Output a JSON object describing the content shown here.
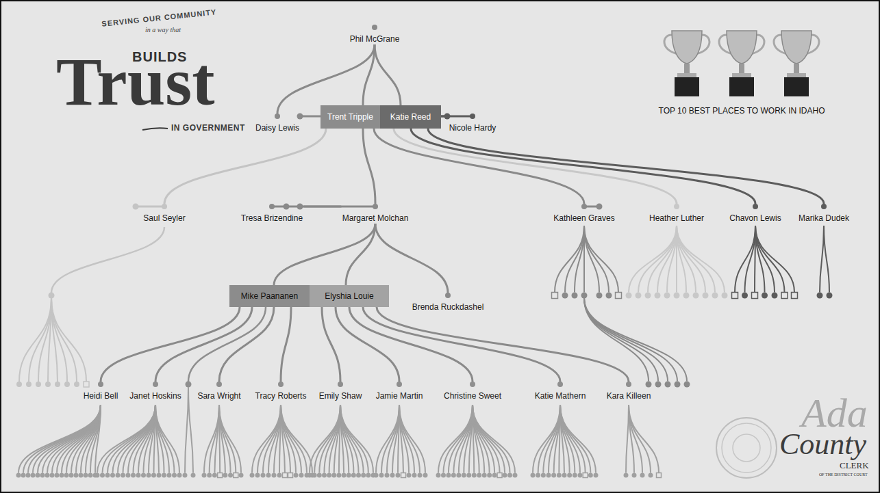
{
  "diagram": {
    "nodes": [
      {
        "text": [
          "Phil McGrane"
        ]
      },
      {
        "text": [
          "Daisy Lewis"
        ]
      },
      {
        "text": [
          "Trent Tripple"
        ]
      },
      {
        "text": [
          "Katie Reed"
        ]
      },
      {
        "text": [
          "Nicole Hardy"
        ]
      },
      {
        "text": [
          "Saul Seyler"
        ]
      },
      {
        "text": [
          "Tresa Brizendine"
        ]
      },
      {
        "text": [
          "Margaret Molchan"
        ]
      },
      {
        "text": [
          "Kathleen Graves"
        ]
      },
      {
        "text": [
          "Heather Luther"
        ]
      },
      {
        "text": [
          "Chavon Lewis"
        ]
      },
      {
        "text": [
          "Marika Dudek"
        ]
      },
      {
        "text": [
          "Mike Paananen"
        ]
      },
      {
        "text": [
          "Elyshia Louie"
        ]
      },
      {
        "text": [
          "Brenda Ruckdashel"
        ]
      },
      {
        "text": [
          "Heidi Bell"
        ]
      },
      {
        "text": [
          "Janet Hoskins"
        ]
      },
      {
        "text": [
          "Sara Wright"
        ]
      },
      {
        "text": [
          "Tracy Roberts"
        ]
      },
      {
        "text": [
          "Emily Shaw"
        ]
      },
      {
        "text": [
          "Jamie Martin"
        ]
      },
      {
        "text": [
          "Christine Sweet"
        ]
      },
      {
        "text": [
          "Katie Mathern"
        ]
      },
      {
        "text": [
          "Kara Killeen"
        ]
      }
    ],
    "edges": [
      {
        "from": 0,
        "to": 1,
        "arrow": "none"
      },
      {
        "from": 0,
        "to": 2,
        "arrow": "none"
      },
      {
        "from": 0,
        "to": 3,
        "arrow": "none"
      },
      {
        "from": 3,
        "to": 4,
        "arrow": "none"
      },
      {
        "from": 2,
        "to": 5,
        "arrow": "none"
      },
      {
        "from": 7,
        "to": 6,
        "arrow": "none"
      },
      {
        "from": 2,
        "to": 7,
        "arrow": "none"
      },
      {
        "from": 2,
        "to": 8,
        "arrow": "none"
      },
      {
        "from": 3,
        "to": 9,
        "arrow": "none"
      },
      {
        "from": 3,
        "to": 10,
        "arrow": "none"
      },
      {
        "from": 3,
        "to": 11,
        "arrow": "none"
      },
      {
        "from": 7,
        "to": 12,
        "arrow": "none"
      },
      {
        "from": 7,
        "to": 13,
        "arrow": "none"
      },
      {
        "from": 7,
        "to": 14,
        "arrow": "none"
      },
      {
        "from": 12,
        "to": 15,
        "arrow": "none"
      },
      {
        "from": 12,
        "to": 16,
        "arrow": "none"
      },
      {
        "from": 12,
        "to": 17,
        "arrow": "none"
      },
      {
        "from": 12,
        "to": 18,
        "arrow": "none"
      },
      {
        "from": 13,
        "to": 19,
        "arrow": "none"
      },
      {
        "from": 13,
        "to": 20,
        "arrow": "none"
      },
      {
        "from": 13,
        "to": 21,
        "arrow": "none"
      },
      {
        "from": 13,
        "to": 22,
        "arrow": "none"
      },
      {
        "from": 13,
        "to": 23,
        "arrow": "none"
      }
    ],
    "labels": [
      "SERVING OUR COMMUNITY",
      "in a way that",
      "BUILDS",
      "Trust",
      "IN GOVERNMENT",
      "TOP 10 BEST PLACES TO WORK IN IDAHO",
      "Ada",
      "County",
      "CLERK",
      "OF THE DISTRICT COURT"
    ]
  }
}
